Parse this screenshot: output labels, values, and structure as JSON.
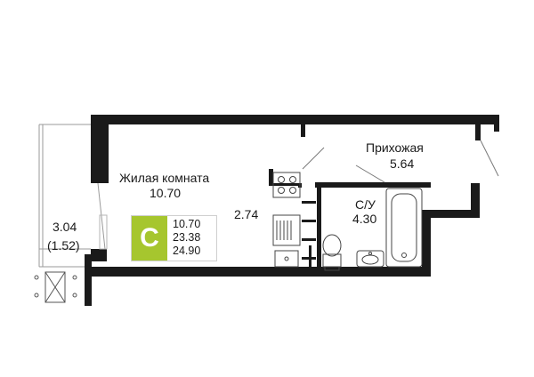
{
  "rooms": {
    "living": {
      "name": "Жилая комната",
      "area": "10.70"
    },
    "hall": {
      "name": "Прихожая",
      "area": "5.64"
    },
    "bathroom": {
      "name": "С/У",
      "area": "4.30"
    },
    "kitchen": {
      "area": "2.74"
    },
    "balcony": {
      "area": "3.04",
      "area_reduced": "(1.52)"
    }
  },
  "summary": {
    "letter": "C",
    "values": [
      "10.70",
      "23.38",
      "24.90"
    ],
    "accent_color": "#a6c62e"
  },
  "icons": [
    "stove-icon",
    "sink-icon",
    "toilet-icon",
    "bathtub-icon",
    "washbasin-icon",
    "ac-unit-icon"
  ]
}
